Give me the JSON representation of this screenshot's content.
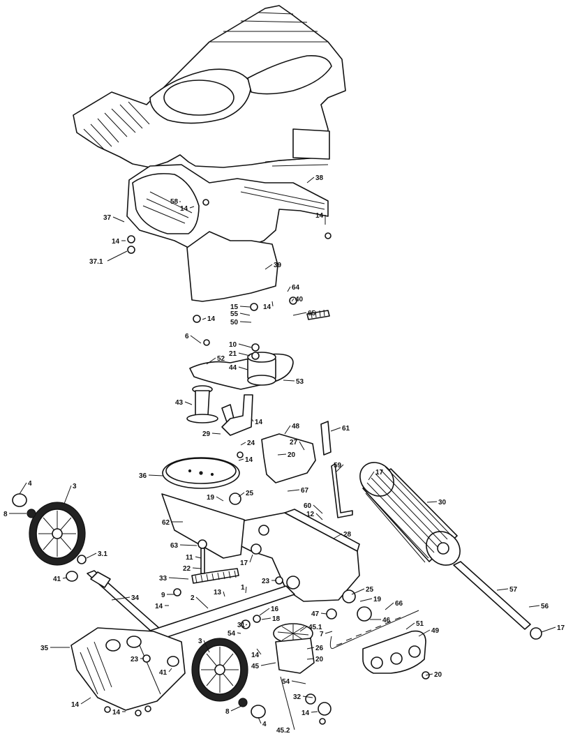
{
  "diagram": {
    "type": "exploded-parts-diagram",
    "callouts": [
      {
        "id": "c-38",
        "label": "38"
      },
      {
        "id": "c-58",
        "label": "58"
      },
      {
        "id": "c-14a",
        "label": "14"
      },
      {
        "id": "c-37",
        "label": "37"
      },
      {
        "id": "c-14b",
        "label": "14"
      },
      {
        "id": "c-14c",
        "label": "14"
      },
      {
        "id": "c-37-1",
        "label": "37.1"
      },
      {
        "id": "c-39",
        "label": "39"
      },
      {
        "id": "c-64",
        "label": "64"
      },
      {
        "id": "c-15",
        "label": "15"
      },
      {
        "id": "c-14d",
        "label": "14"
      },
      {
        "id": "c-40",
        "label": "40"
      },
      {
        "id": "c-55",
        "label": "55"
      },
      {
        "id": "c-65",
        "label": "65"
      },
      {
        "id": "c-14e",
        "label": "14"
      },
      {
        "id": "c-50",
        "label": "50"
      },
      {
        "id": "c-6",
        "label": "6"
      },
      {
        "id": "c-10",
        "label": "10"
      },
      {
        "id": "c-21",
        "label": "21"
      },
      {
        "id": "c-52",
        "label": "52"
      },
      {
        "id": "c-44",
        "label": "44"
      },
      {
        "id": "c-53",
        "label": "53"
      },
      {
        "id": "c-43",
        "label": "43"
      },
      {
        "id": "c-14f",
        "label": "14"
      },
      {
        "id": "c-48",
        "label": "48"
      },
      {
        "id": "c-61",
        "label": "61"
      },
      {
        "id": "c-29",
        "label": "29"
      },
      {
        "id": "c-27",
        "label": "27"
      },
      {
        "id": "c-24",
        "label": "24"
      },
      {
        "id": "c-20a",
        "label": "20"
      },
      {
        "id": "c-14g",
        "label": "14"
      },
      {
        "id": "c-59",
        "label": "59"
      },
      {
        "id": "c-36",
        "label": "36"
      },
      {
        "id": "c-17a",
        "label": "17"
      },
      {
        "id": "c-30",
        "label": "30"
      },
      {
        "id": "c-4a",
        "label": "4"
      },
      {
        "id": "c-3a",
        "label": "3"
      },
      {
        "id": "c-19a",
        "label": "19"
      },
      {
        "id": "c-25a",
        "label": "25"
      },
      {
        "id": "c-67",
        "label": "67"
      },
      {
        "id": "c-8a",
        "label": "8"
      },
      {
        "id": "c-60",
        "label": "60"
      },
      {
        "id": "c-12",
        "label": "12"
      },
      {
        "id": "c-62",
        "label": "62"
      },
      {
        "id": "c-28",
        "label": "28"
      },
      {
        "id": "c-63",
        "label": "63"
      },
      {
        "id": "c-3-1",
        "label": "3.1"
      },
      {
        "id": "c-11",
        "label": "11"
      },
      {
        "id": "c-17b",
        "label": "17"
      },
      {
        "id": "c-22",
        "label": "22"
      },
      {
        "id": "c-41a",
        "label": "41"
      },
      {
        "id": "c-33",
        "label": "33"
      },
      {
        "id": "c-23a",
        "label": "23"
      },
      {
        "id": "c-25b",
        "label": "25"
      },
      {
        "id": "c-9",
        "label": "9"
      },
      {
        "id": "c-13",
        "label": "13"
      },
      {
        "id": "c-1",
        "label": "1"
      },
      {
        "id": "c-34",
        "label": "34"
      },
      {
        "id": "c-19b",
        "label": "19"
      },
      {
        "id": "c-66",
        "label": "66"
      },
      {
        "id": "c-57",
        "label": "57"
      },
      {
        "id": "c-14h",
        "label": "14"
      },
      {
        "id": "c-2",
        "label": "2"
      },
      {
        "id": "c-16",
        "label": "16"
      },
      {
        "id": "c-47",
        "label": "47"
      },
      {
        "id": "c-46",
        "label": "46"
      },
      {
        "id": "c-56",
        "label": "56"
      },
      {
        "id": "c-31",
        "label": "31"
      },
      {
        "id": "c-18",
        "label": "18"
      },
      {
        "id": "c-45-1",
        "label": "45.1"
      },
      {
        "id": "c-7",
        "label": "7"
      },
      {
        "id": "c-51",
        "label": "51"
      },
      {
        "id": "c-17c",
        "label": "17"
      },
      {
        "id": "c-54a",
        "label": "54"
      },
      {
        "id": "c-49",
        "label": "49"
      },
      {
        "id": "c-35",
        "label": "35"
      },
      {
        "id": "c-3b",
        "label": "3"
      },
      {
        "id": "c-26",
        "label": "26"
      },
      {
        "id": "c-23b",
        "label": "23"
      },
      {
        "id": "c-14i",
        "label": "14"
      },
      {
        "id": "c-20b",
        "label": "20"
      },
      {
        "id": "c-41b",
        "label": "41"
      },
      {
        "id": "c-45",
        "label": "45"
      },
      {
        "id": "c-54b",
        "label": "54"
      },
      {
        "id": "c-20c",
        "label": "20"
      },
      {
        "id": "c-32",
        "label": "32"
      },
      {
        "id": "c-14j",
        "label": "14"
      },
      {
        "id": "c-14k",
        "label": "14"
      },
      {
        "id": "c-14l",
        "label": "14"
      },
      {
        "id": "c-8b",
        "label": "8"
      },
      {
        "id": "c-4b",
        "label": "4"
      },
      {
        "id": "c-45-2",
        "label": "45.2"
      }
    ]
  }
}
